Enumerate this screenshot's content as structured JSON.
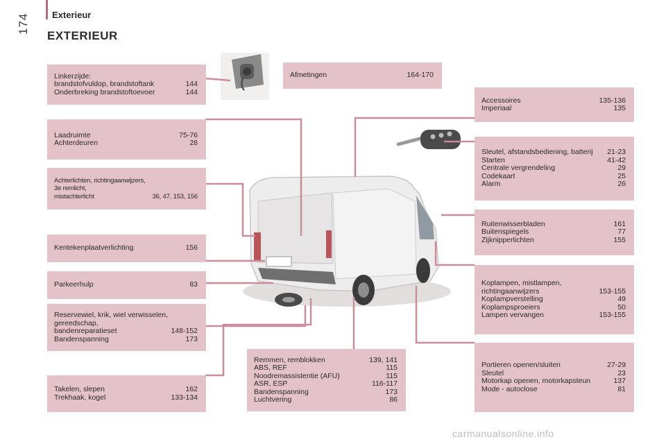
{
  "header": {
    "section": "Exterieur",
    "page_number": "174",
    "title": "EXTERIEUR"
  },
  "boxes": {
    "linkerzijde": {
      "rows": [
        {
          "label": "Linkerzijde:",
          "page": ""
        },
        {
          "label": "brandstofvuldop, brandstoftank",
          "page": "144"
        },
        {
          "label": "Onderbreking brandstoftoevoer",
          "page": "144"
        }
      ]
    },
    "laadruimte": {
      "rows": [
        {
          "label": "Laadruimte",
          "page": "75-76"
        },
        {
          "label": "Achterdeuren",
          "page": "28"
        }
      ]
    },
    "achterlichten": {
      "rows": [
        {
          "label": "Achterlichten, richtingaanwijzers,",
          "page": ""
        },
        {
          "label": "3e remlicht,",
          "page": ""
        },
        {
          "label": "mistachterlicht",
          "page": "36, 47, 153, 156"
        }
      ]
    },
    "kenteken": {
      "rows": [
        {
          "label": "Kentekenplaatverlichting",
          "page": "156"
        }
      ]
    },
    "parkeerhulp": {
      "rows": [
        {
          "label": "Parkeerhulp",
          "page": "83"
        }
      ]
    },
    "reservewiel": {
      "rows": [
        {
          "label": "Reservewiel, krik, wiel verwisselen,",
          "page": ""
        },
        {
          "label": "gereedschap,",
          "page": ""
        },
        {
          "label": "bandenreparatieset",
          "page": "148-152"
        },
        {
          "label": "Bandenspanning",
          "page": "173"
        }
      ]
    },
    "takelen": {
      "rows": [
        {
          "label": "Takelen, slepen",
          "page": "162"
        },
        {
          "label": "Trekhaak, kogel",
          "page": "133-134"
        }
      ]
    },
    "afmetingen": {
      "rows": [
        {
          "label": "Afmetingen",
          "page": "164-170"
        }
      ]
    },
    "remmen": {
      "rows": [
        {
          "label": "Remmen, remblokken",
          "page": "139, 141"
        },
        {
          "label": "ABS, REF",
          "page": "115"
        },
        {
          "label": "Noodremassistentie (AFU)",
          "page": "115"
        },
        {
          "label": "ASR, ESP",
          "page": "116-117"
        },
        {
          "label": "Bandenspanning",
          "page": "173"
        },
        {
          "label": "Luchtvering",
          "page": "86"
        }
      ]
    },
    "accessoires": {
      "rows": [
        {
          "label": "Accessoires",
          "page": "135-136"
        },
        {
          "label": "Imperiaal",
          "page": "135"
        }
      ]
    },
    "sleutel": {
      "rows": [
        {
          "label": "Sleutel, afstandsbediening, batterij",
          "page": "21-23"
        },
        {
          "label": "Starten",
          "page": "41-42"
        },
        {
          "label": "Centrale vergrendeling",
          "page": "29"
        },
        {
          "label": "Codekaart",
          "page": "25"
        },
        {
          "label": "Alarm",
          "page": "26"
        }
      ]
    },
    "ruitenwisser": {
      "rows": [
        {
          "label": "Ruitenwisserbladen",
          "page": "161"
        },
        {
          "label": "Buitenspiegels",
          "page": "77"
        },
        {
          "label": "Zijknipperlichten",
          "page": "155"
        }
      ]
    },
    "koplampen": {
      "rows": [
        {
          "label": "Koplampen, mistlampen,",
          "page": ""
        },
        {
          "label": "richtingaanwijzers",
          "page": "153-155"
        },
        {
          "label": "Koplampverstelling",
          "page": "49"
        },
        {
          "label": "Koplampsproeiers",
          "page": "50"
        },
        {
          "label": "Lampen vervangen",
          "page": "153-155"
        }
      ]
    },
    "portieren": {
      "rows": [
        {
          "label": "Portieren openen/sluiten",
          "page": "27-29"
        },
        {
          "label": "Sleutel",
          "page": "23"
        },
        {
          "label": "Motorkap openen, motorkapsteun",
          "page": "137"
        },
        {
          "label": "Mode - autoclose",
          "page": "81"
        }
      ]
    }
  },
  "footer": {
    "watermark": "carmanualsonline.info"
  },
  "colors": {
    "box_fill": "#e4c2c9",
    "leader_line": "#c98c9a",
    "section_bar": "#b06e7e"
  }
}
